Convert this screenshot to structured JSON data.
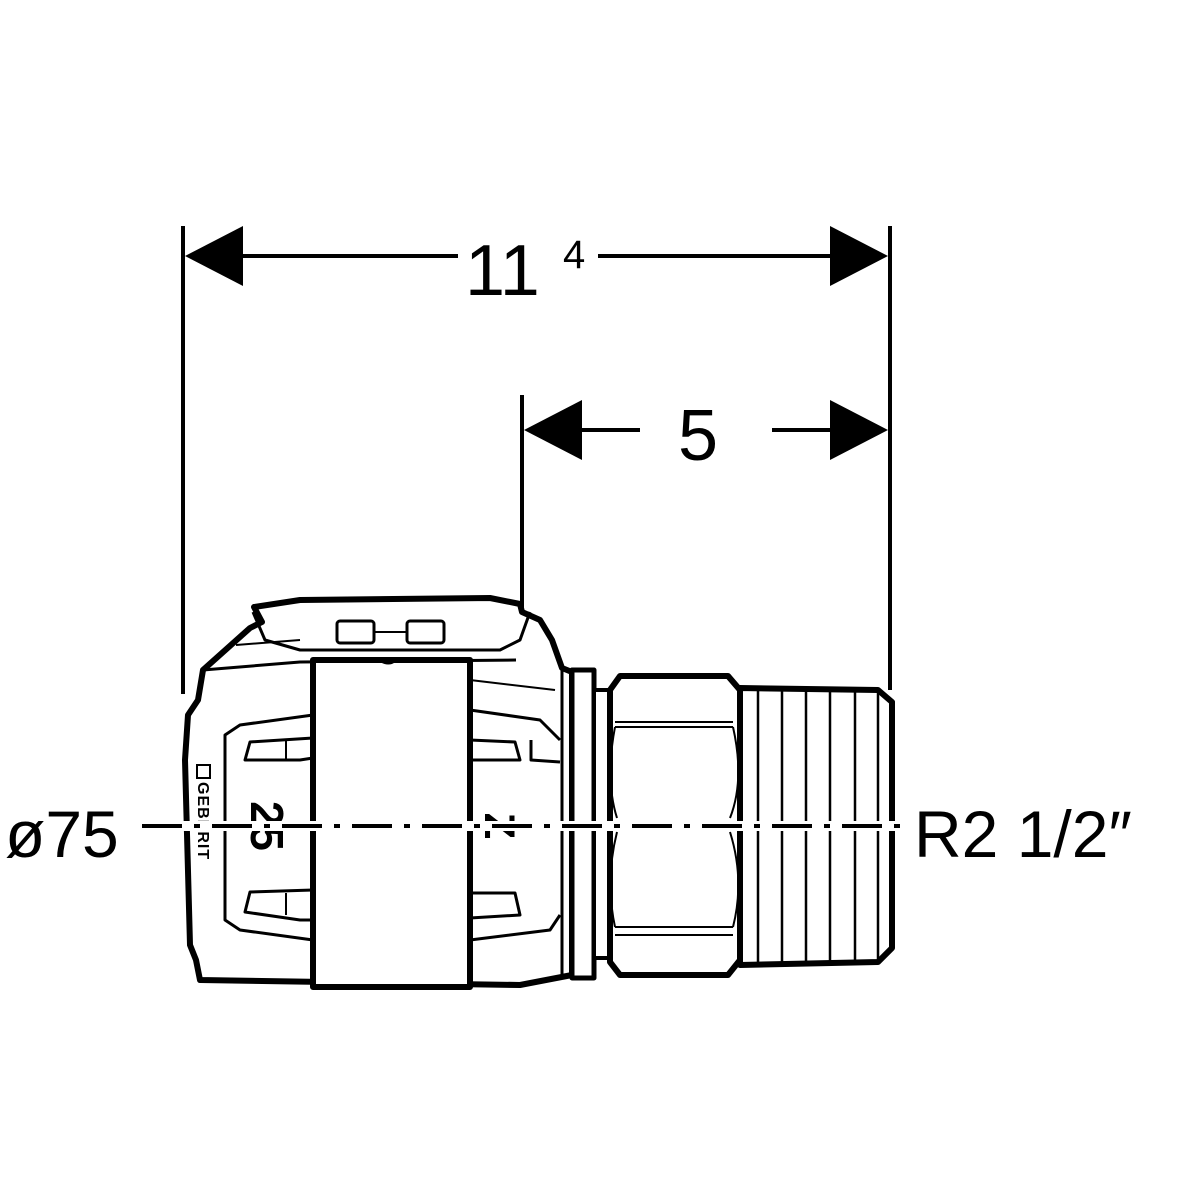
{
  "dimensions": {
    "overall_length": {
      "value": "11",
      "superscript": "4"
    },
    "thread_length": {
      "value": "5"
    }
  },
  "labels": {
    "pipe_diameter": "ø75",
    "thread_size": "R2 1/2″"
  },
  "part_markings": {
    "brand_logo": "GEBERIT",
    "size_marking": "25",
    "insertion_mark": "Z"
  },
  "colors": {
    "line": "#000000",
    "background": "#ffffff"
  }
}
